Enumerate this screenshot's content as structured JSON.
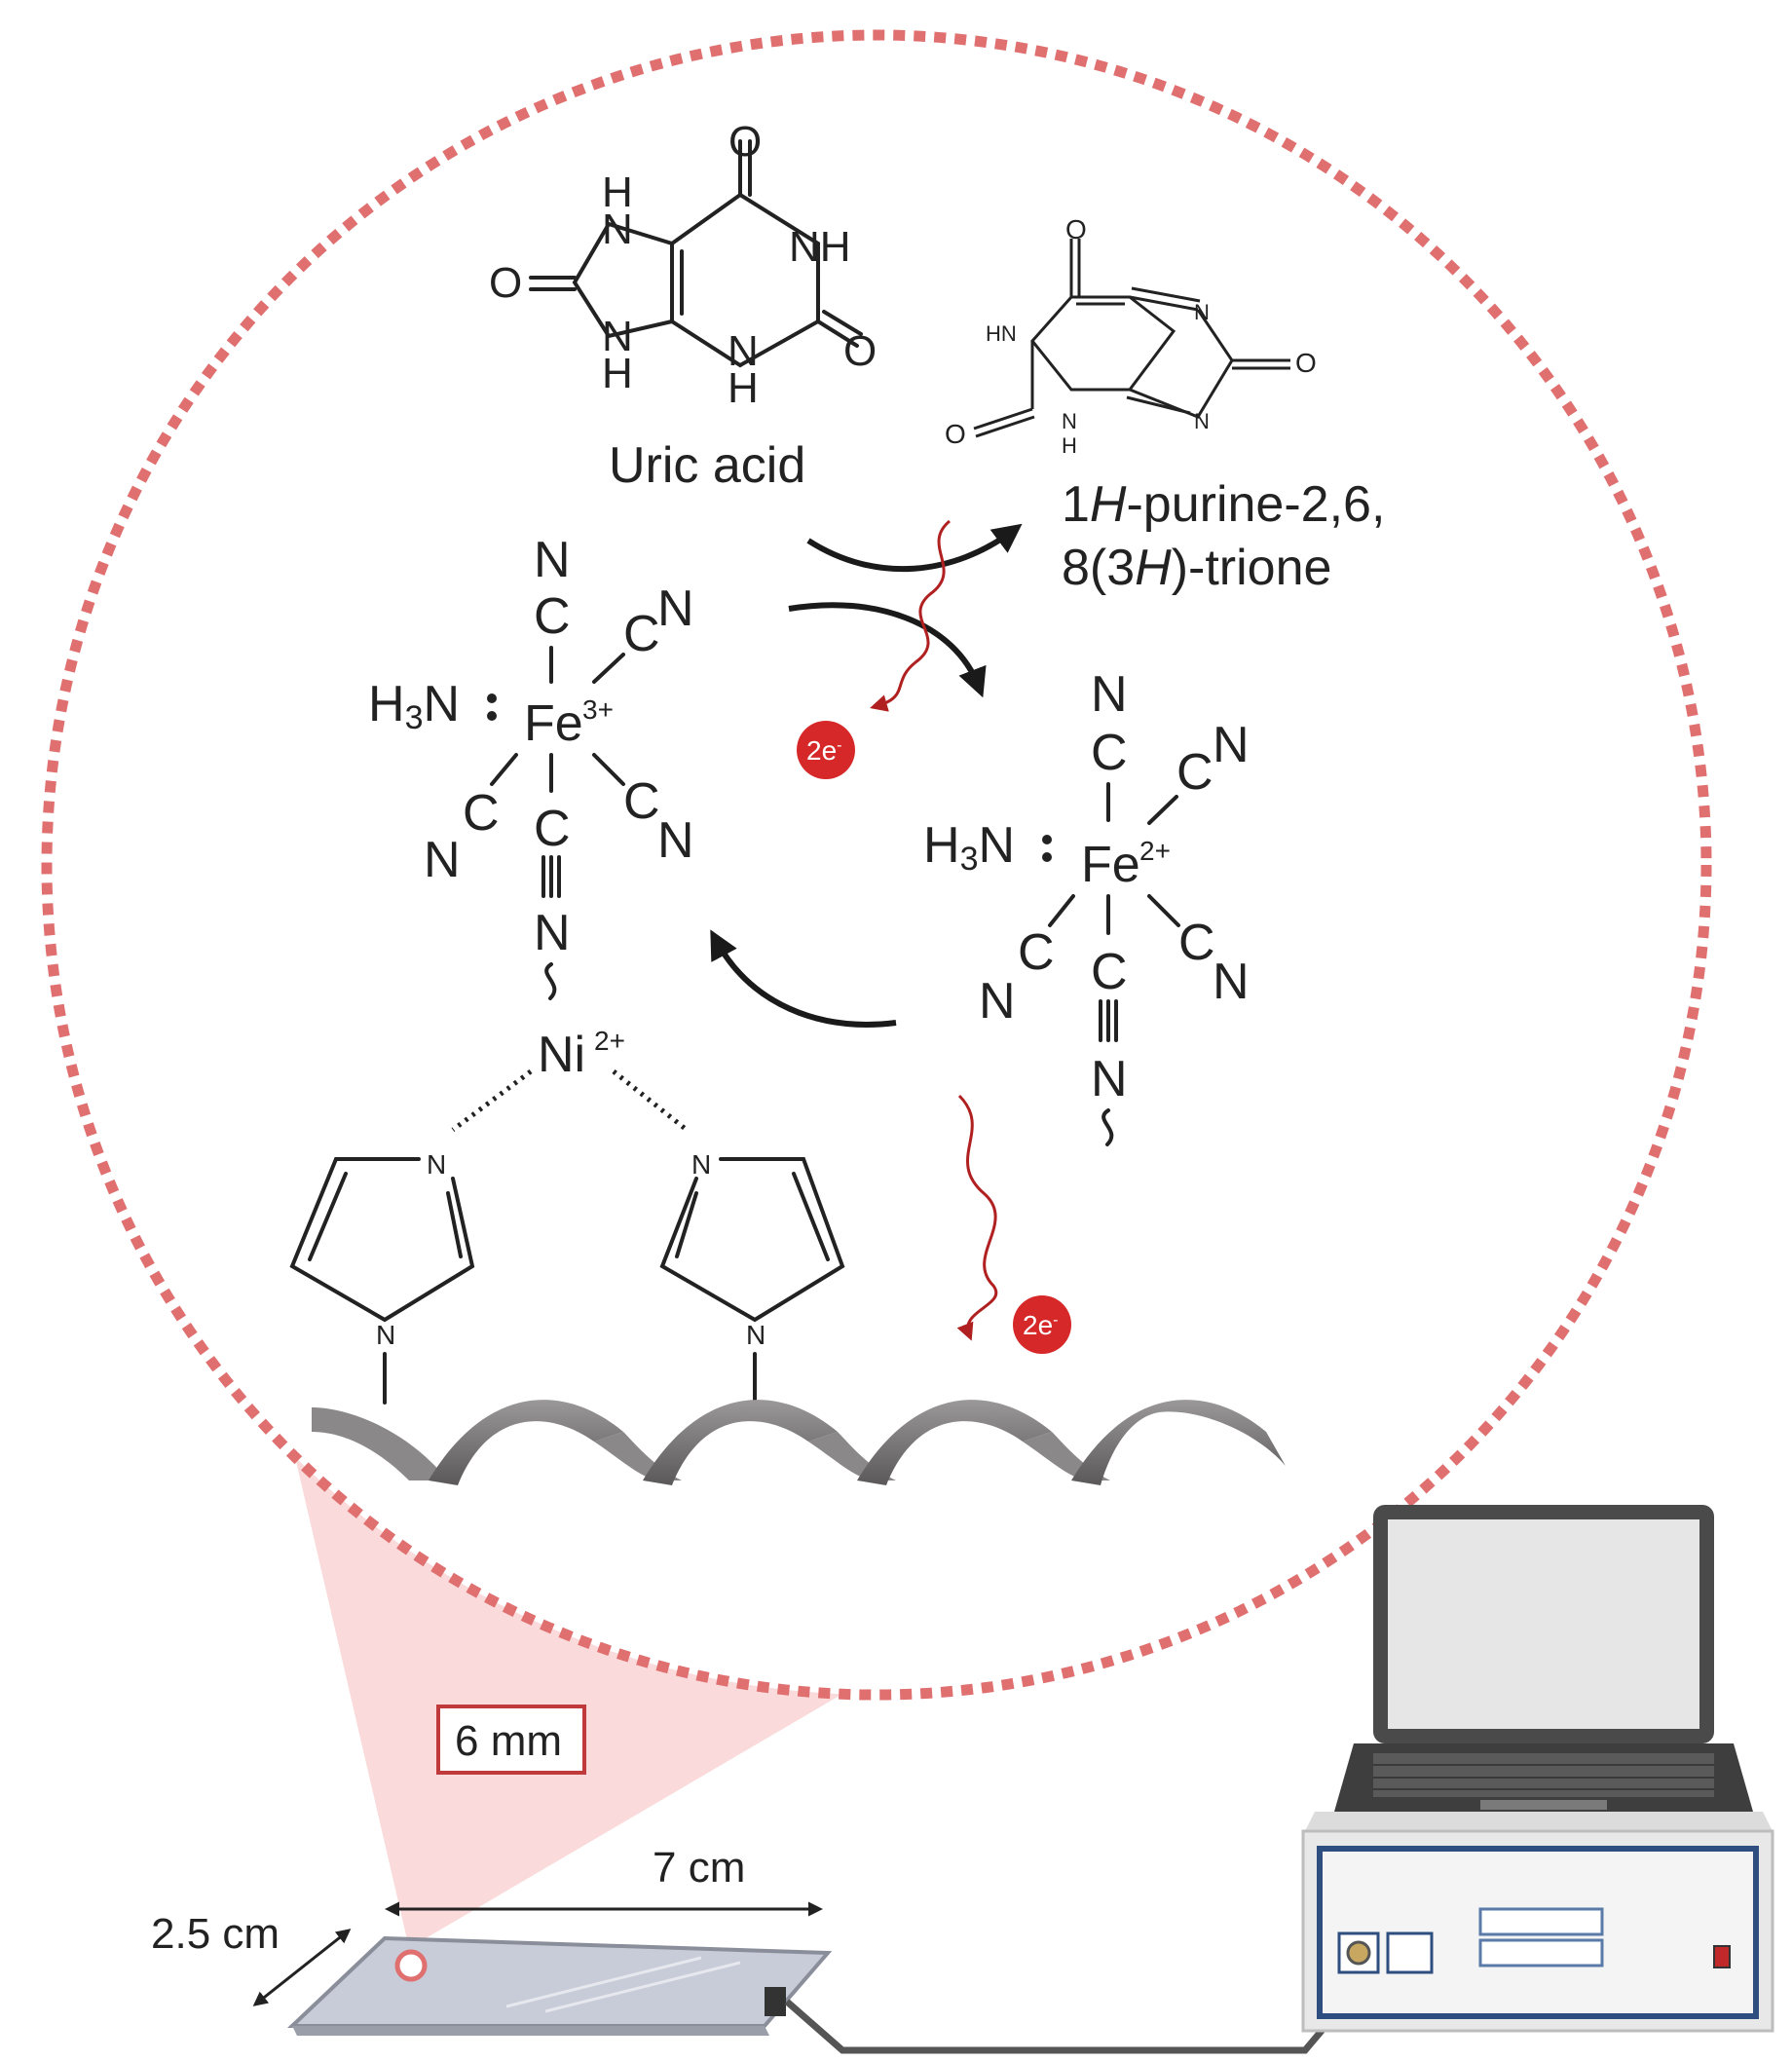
{
  "labels": {
    "uric_acid": "Uric acid",
    "product_line1_a": "1",
    "product_line1_b": "H",
    "product_line1_c": "-purine-2,6,",
    "product_line2_a": "8(3",
    "product_line2_b": "H",
    "product_line2_c": ")-trione",
    "electron1": "2e",
    "electron2": "2e",
    "electron_sup": "-",
    "fe3_label": "Fe",
    "fe3_charge": "3+",
    "fe2_label": "Fe",
    "fe2_charge": "2+",
    "ni_label": "Ni",
    "ni_charge": "2+",
    "h3n": "H",
    "h3n_sub": "3",
    "h3n_n": "N",
    "n": "N",
    "c": "C",
    "h": "H",
    "o": "O",
    "nh": "NH",
    "hn": "HN",
    "size_6mm": "6 mm",
    "size_7cm": "7 cm",
    "size_25cm": "2.5 cm"
  },
  "colors": {
    "circle_dash": "#e07070",
    "zoom_fill": "#f9d6d6",
    "electron_fill": "#d62828",
    "wave": "#b02020",
    "arrow": "#1a1a1a",
    "helix": "#7a7878",
    "box_border": "#c0393b"
  },
  "icons": [
    "laptop-icon",
    "potentiostat-icon",
    "electrode-strip-icon",
    "electron-icon"
  ]
}
